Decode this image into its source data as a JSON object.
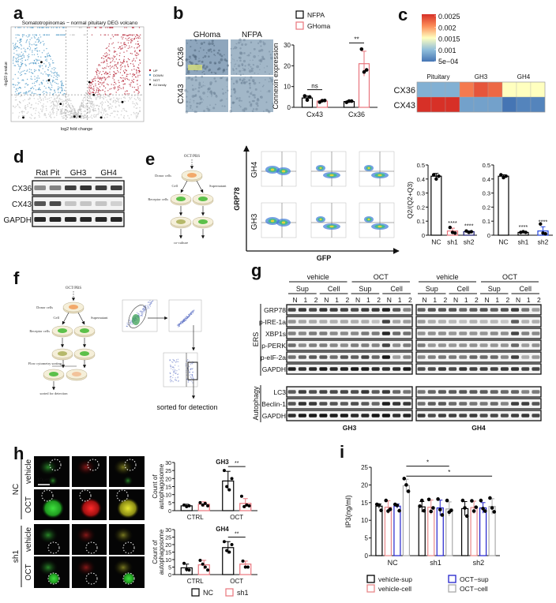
{
  "panel_labels": {
    "a": "a",
    "b": "b",
    "c": "c",
    "d": "d",
    "e": "e",
    "f": "f",
    "g": "g",
    "h": "h",
    "i": "i"
  },
  "a": {
    "title": "Somatotropinomas − normal pituitary DEG volcano",
    "xlabel": "log2 fold change",
    "ylabel": "-log10 p-value",
    "legend": [
      {
        "label": "UP",
        "color": "#b2182b"
      },
      {
        "label": "DOWN",
        "color": "#4393c3"
      },
      {
        "label": "NOT",
        "color": "#bdbdbd"
      },
      {
        "label": "GJ family",
        "color": "#000000"
      }
    ]
  },
  "b": {
    "columns": [
      "GHoma",
      "NFPA"
    ],
    "rows": [
      "CX36",
      "CX43"
    ]
  },
  "c": {
    "colorbar_ticks": [
      "0.0025",
      "0.002",
      "0.0015",
      "0.001",
      "5e−04"
    ],
    "colors": {
      "high": "#d73027",
      "mid": "#ffffbf",
      "low": "#4575b4"
    }
  },
  "d": {
    "groups": [
      "Rat Pit",
      "GH3",
      "GH4"
    ],
    "rows": [
      "CX36",
      "CX43",
      "GAPDH"
    ]
  },
  "e": {
    "schematic": {
      "top": "OCT/PBS",
      "donor": "Donor cells",
      "cell": "Cell",
      "supernatant": "Supernatant",
      "receptor": "Receptor cells",
      "bottom": "co-culture"
    },
    "flow": {
      "ylabel": "GRP78",
      "xlabel": "GFP",
      "rows": [
        "GH4",
        "GH3"
      ]
    }
  },
  "f": {
    "schematic": {
      "top": "OCT/PBS",
      "donor": "Donor cells",
      "cell": "Cell",
      "supernatant": "Supernatant",
      "receptor": "Receptor cells",
      "sorting": "Flow cytometry sorting",
      "bottom": "sorted for detection"
    },
    "sorted_label": "sorted for detection"
  },
  "g": {
    "treatments": [
      "vehicle",
      "OCT"
    ],
    "fractions": [
      "Sup",
      "Cell"
    ],
    "lanes": [
      "N",
      "1",
      "2"
    ],
    "ers_label": "ERS",
    "autophagy_label": "Autophagy",
    "ers_rows": [
      "GRP78",
      "p-IRE-1a",
      "XBP1s",
      "p-PERK",
      "p-eIF-2a",
      "GAPDH"
    ],
    "autophagy_rows": [
      "LC3",
      "Beclin-1",
      "GAPDH"
    ],
    "cell_lines": [
      "GH3",
      "GH4"
    ]
  },
  "h": {
    "groups": [
      "NC",
      "sh1"
    ],
    "conditions": [
      "vehicle",
      "OCT"
    ],
    "scale_bar": "10μm",
    "legend": [
      {
        "label": "NC",
        "color": "#000000"
      },
      {
        "label": "sh1",
        "color": "#e8747c"
      }
    ]
  },
  "i": {
    "legend": [
      {
        "label": "vehicle-sup",
        "color": "#000000"
      },
      {
        "label": "vehicle-cell",
        "color": "#e8888a"
      },
      {
        "label": "OCT−sup",
        "color": "#2222cc"
      },
      {
        "label": "OCT−cell",
        "color": "#aaaaaa"
      }
    ]
  },
  "chart_data": [
    {
      "id": "b",
      "type": "bar",
      "ylabel": "Connexin expression",
      "categories": [
        "Cx43",
        "Cx36"
      ],
      "ylim": [
        0,
        30
      ],
      "yticks": [
        0,
        10,
        20,
        30
      ],
      "series": [
        {
          "name": "NFPA",
          "color": "#000000",
          "values": [
            4.5,
            2.8
          ],
          "sd": [
            1,
            0.4
          ],
          "points": [
            [
              5.5,
              3.5,
              5
            ],
            [
              2.4,
              3,
              3
            ]
          ]
        },
        {
          "name": "GHoma",
          "color": "#e8747c",
          "values": [
            3,
            21
          ],
          "sd": [
            0.5,
            6
          ],
          "points": [
            [
              2.5,
              3.2,
              3.3
            ],
            [
              28,
              17,
              18
            ]
          ]
        }
      ],
      "annotations": [
        {
          "from": [
            0,
            0
          ],
          "to": [
            0,
            1
          ],
          "y": 8.5,
          "text": "ns"
        },
        {
          "from": [
            1,
            0
          ],
          "to": [
            1,
            1
          ],
          "y": 31,
          "text": "**"
        }
      ]
    },
    {
      "id": "c",
      "type": "heatmap",
      "rows": [
        "CX36",
        "CX43"
      ],
      "column_groups": [
        "Pituitary",
        "GH3",
        "GH4"
      ],
      "range": [
        0.0005,
        0.0025
      ],
      "values": [
        [
          0.0009,
          0.0009,
          0.0009,
          0.0021,
          0.0023,
          0.0022,
          0.0015,
          0.0015,
          0.0015
        ],
        [
          0.0026,
          0.0025,
          0.0026,
          0.0008,
          0.0008,
          0.0008,
          0.0005,
          0.0006,
          0.0006
        ]
      ]
    },
    {
      "id": "e1",
      "type": "bar",
      "ylabel": "Q2/(Q2+Q3)",
      "categories": [
        "NC",
        "sh1",
        "sh2"
      ],
      "ylim": [
        0,
        0.5
      ],
      "yticks": [
        0,
        0.1,
        0.2,
        0.3,
        0.4,
        0.5
      ],
      "series": [
        {
          "values": [
            0.42,
            0.03,
            0.025
          ],
          "sd": [
            0.02,
            0.02,
            0.005
          ],
          "colors": [
            "#000000",
            "#e8747c",
            "#1a1a6e"
          ],
          "points": [
            [
              0.43,
              0.4,
              0.42
            ],
            [
              0.055,
              0.02,
              0.015
            ],
            [
              0.03,
              0.02,
              0.025
            ]
          ],
          "labels": [
            "",
            "****",
            "****"
          ]
        }
      ]
    },
    {
      "id": "e2",
      "type": "bar",
      "ylabel": "",
      "categories": [
        "NC",
        "sh1",
        "sh2"
      ],
      "ylim": [
        0,
        0.5
      ],
      "yticks": [
        0,
        0.1,
        0.2,
        0.3,
        0.4,
        0.5
      ],
      "series": [
        {
          "values": [
            0.42,
            0.02,
            0.03
          ],
          "sd": [
            0.01,
            0.003,
            0.03
          ],
          "colors": [
            "#000000",
            "#000000",
            "#2244dd"
          ],
          "points": [
            [
              0.43,
              0.41,
              0.42
            ],
            [
              0.02,
              0.025,
              0.02
            ],
            [
              0.08,
              0.015,
              0.01
            ]
          ],
          "labels": [
            "",
            "****",
            "****"
          ]
        }
      ]
    },
    {
      "id": "h1",
      "type": "bar",
      "title": "GH3",
      "ylabel": "Count of autophagosome",
      "categories": [
        "CTRL",
        "OCT"
      ],
      "ylim": [
        0,
        30
      ],
      "yticks": [
        0,
        5,
        10,
        15,
        20,
        25,
        30
      ],
      "series": [
        {
          "name": "NC",
          "color": "#000000",
          "values": [
            3,
            18.5
          ],
          "sd": [
            1,
            6
          ],
          "points": [
            [
              3.5,
              2.5,
              3
            ],
            [
              25,
              15,
              13,
              20
            ]
          ]
        },
        {
          "name": "sh1",
          "color": "#e8747c",
          "values": [
            4,
            4.5
          ],
          "sd": [
            1.5,
            3
          ],
          "points": [
            [
              5,
              3.5,
              4.5,
              3
            ],
            [
              9,
              2.5,
              3.5,
              3
            ]
          ]
        }
      ],
      "annotations": [
        {
          "from": [
            1,
            0
          ],
          "to": [
            1,
            1
          ],
          "y": 27.5,
          "text": "**"
        }
      ]
    },
    {
      "id": "h2",
      "type": "bar",
      "title": "GH4",
      "ylabel": "Count of autophagosome",
      "categories": [
        "CTRL",
        "OCT"
      ],
      "ylim": [
        0,
        30
      ],
      "yticks": [
        0,
        5,
        10,
        15,
        20,
        25,
        30
      ],
      "series": [
        {
          "name": "NC",
          "color": "#000000",
          "values": [
            4.5,
            18
          ],
          "sd": [
            2.5,
            4
          ],
          "points": [
            [
              7.5,
              3.5,
              3
            ],
            [
              22,
              16,
              15,
              20
            ]
          ]
        },
        {
          "name": "sh1",
          "color": "#e8747c",
          "values": [
            6.5,
            7
          ],
          "sd": [
            3,
            2
          ],
          "points": [
            [
              9.5,
              7,
              5,
              3
            ],
            [
              9,
              5,
              5
            ]
          ]
        }
      ],
      "annotations": [
        {
          "from": [
            1,
            0
          ],
          "to": [
            1,
            1
          ],
          "y": 25,
          "text": "**"
        }
      ]
    },
    {
      "id": "i",
      "type": "bar",
      "ylabel": "IP3(ng/ml)",
      "categories": [
        "NC",
        "sh1",
        "sh2"
      ],
      "ylim": [
        0,
        25
      ],
      "yticks": [
        0,
        5,
        10,
        15,
        20,
        25
      ],
      "series": [
        {
          "name": "vehicle-sup",
          "color": "#000000",
          "values": [
            14,
            13.8,
            13.3
          ],
          "sd": [
            0.6,
            1.5,
            2
          ],
          "points": [
            [
              14.5,
              14.3,
              12.8
            ],
            [
              14,
              15.6,
              12.7
            ],
            [
              15.6,
              13.5,
              11.2
            ]
          ]
        },
        {
          "name": "vehicle-cell",
          "color": "#e8888a",
          "values": [
            13.7,
            13.7,
            13.6
          ],
          "sd": [
            1.8,
            2,
            1.8
          ],
          "points": [
            [
              15.6,
              12.6,
              13.1
            ],
            [
              15.9,
              12.5,
              13.5
            ],
            [
              15.5,
              12.6,
              13.7
            ]
          ]
        },
        {
          "name": "OCT−sup",
          "color": "#2222cc",
          "values": [
            14,
            13.5,
            13.5
          ],
          "sd": [
            0.6,
            2.2,
            1.5
          ],
          "points": [
            [
              14.5,
              14.2,
              12.7
            ],
            [
              16,
              13,
              11.5
            ],
            [
              15.6,
              13.3,
              12.6
            ]
          ]
        },
        {
          "name": "OCT−cell",
          "color": "#aaaaaa",
          "values": [
            19.8,
            13.2,
            13.9
          ],
          "sd": [
            1.8,
            2,
            2.2
          ],
          "points": [
            [
              21.8,
              20,
              18.2
            ],
            [
              15.6,
              12.3,
              12.8
            ],
            [
              16.3,
              13.5,
              12.4
            ]
          ]
        }
      ],
      "annotations": [
        {
          "from": [
            0,
            3
          ],
          "to": [
            1,
            3
          ],
          "y": 25.3,
          "text": "*"
        },
        {
          "from": [
            0,
            3
          ],
          "to": [
            2,
            3
          ],
          "y": 22.5,
          "text": "*"
        }
      ]
    }
  ]
}
